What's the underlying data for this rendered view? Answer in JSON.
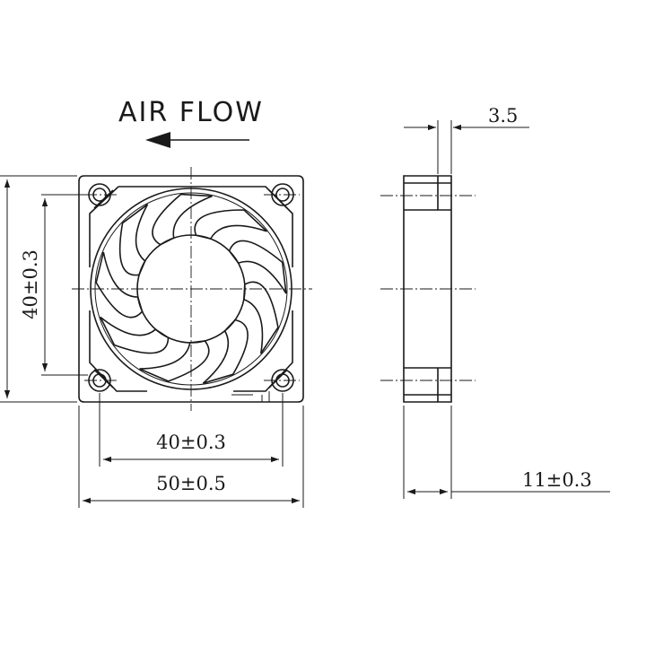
{
  "title": "AIR FLOW",
  "dimensions": {
    "left_vertical": "40±0.3",
    "bottom_inner": "40±0.3",
    "bottom_overall": "50±0.5",
    "side_top": "3.5",
    "side_bottom": "11±0.3"
  }
}
